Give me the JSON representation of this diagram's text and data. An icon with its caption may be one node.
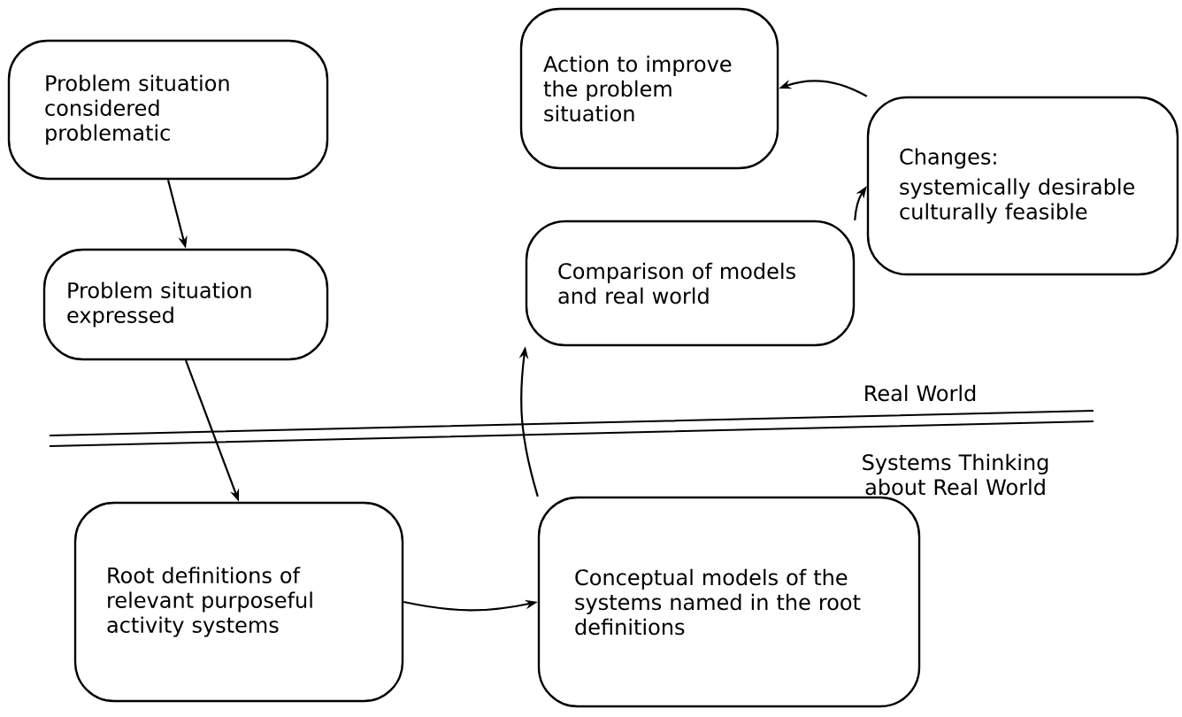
{
  "diagram": {
    "nodes": [
      {
        "text": [
          "Problem situation considered problematic"
        ]
      },
      {
        "text": [
          "Problem situation expressed"
        ]
      },
      {
        "text": [
          "Root definitions of relevant purposeful activity systems"
        ]
      },
      {
        "text": [
          "Conceptual models of the systems named in the root definitions"
        ]
      },
      {
        "text": [
          "Comparison of models and real world"
        ]
      },
      {
        "text": [
          "Changes:",
          "systemically desirable culturally feasible"
        ]
      },
      {
        "text": [
          "Action to improve the problem situation"
        ]
      }
    ],
    "edges": [
      {
        "from": 0,
        "to": 1,
        "arrow": "to"
      },
      {
        "from": 1,
        "to": 2,
        "arrow": "to"
      },
      {
        "from": 2,
        "to": 3,
        "arrow": "to"
      },
      {
        "from": 3,
        "to": 4,
        "arrow": "to"
      },
      {
        "from": 4,
        "to": 5,
        "arrow": "to"
      },
      {
        "from": 5,
        "to": 6,
        "arrow": "to"
      }
    ],
    "labels": [
      "Real World",
      "Systems Thinking about Real World"
    ]
  }
}
